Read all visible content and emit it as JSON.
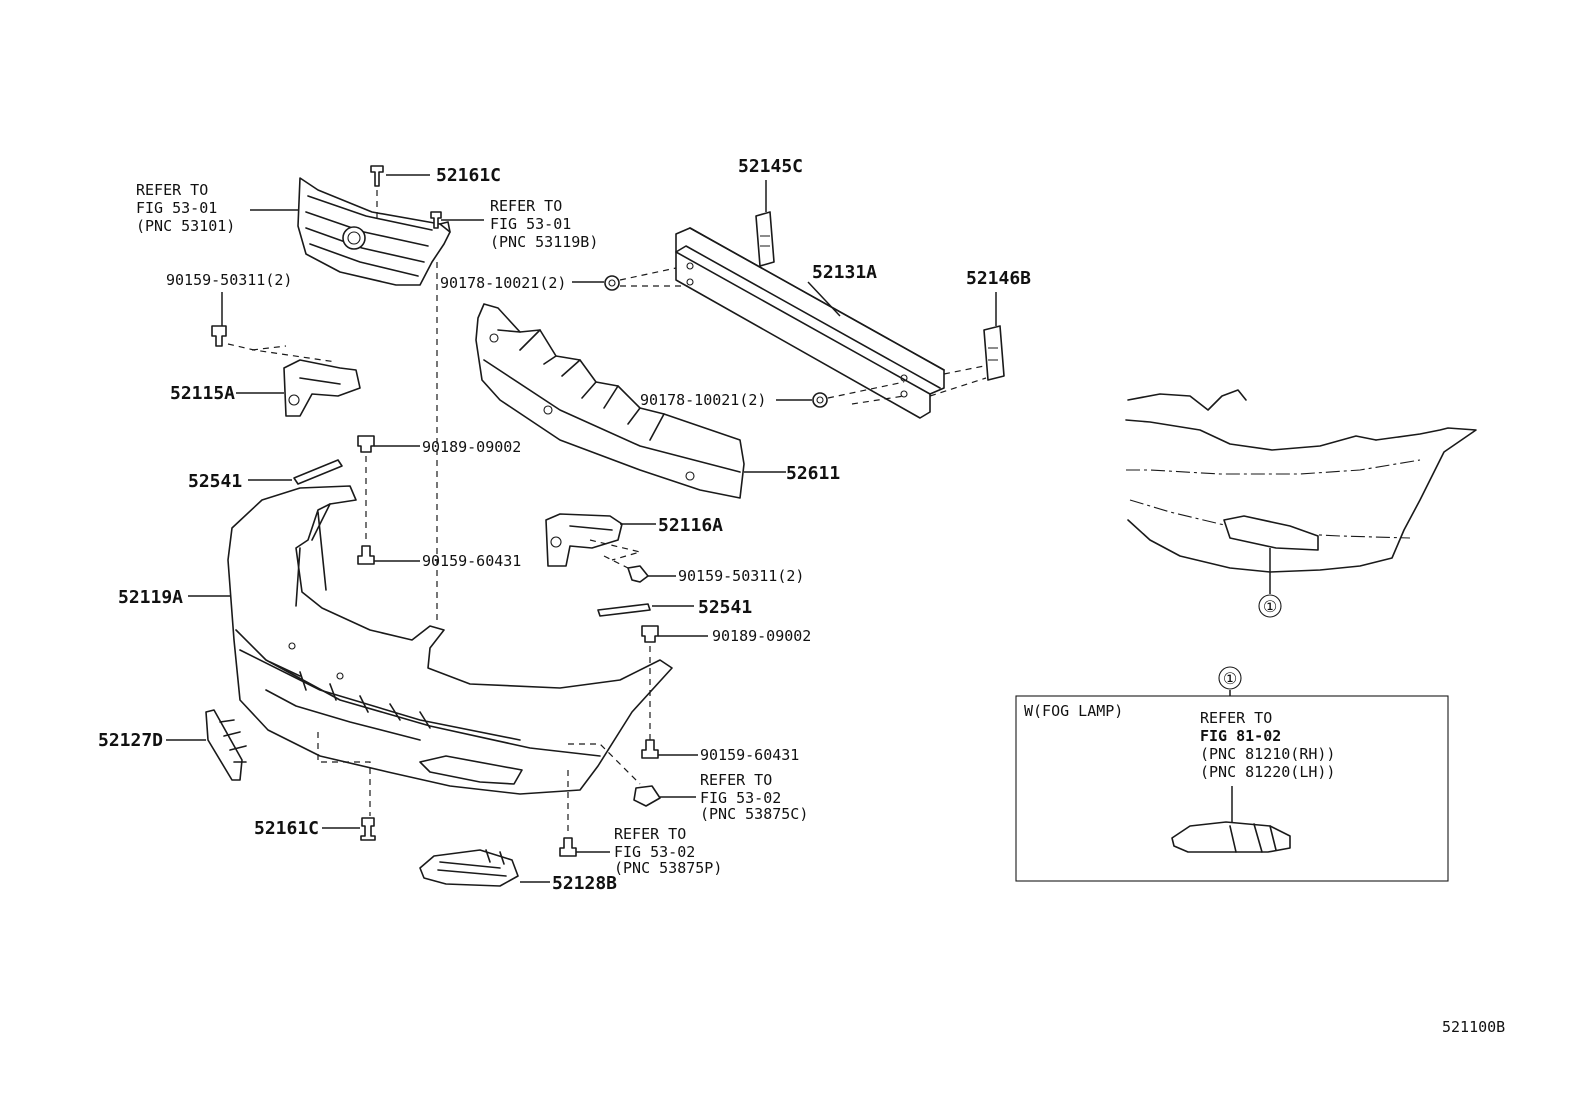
{
  "labels": {
    "grille_clip_top": "52161C",
    "grille_ref": [
      "REFER TO",
      "FIG 53-01",
      "(PNC 53101)"
    ],
    "emblem_ref": [
      "REFER TO",
      "FIG 53-01",
      "(PNC 53119B)"
    ],
    "bolt_left_upper": "90159-50311(2)",
    "nut_upper": "90178-10021(2)",
    "retainer_left": "52145C",
    "reinforcement": "52131A",
    "retainer_right": "52146B",
    "nut_lower": "90178-10021(2)",
    "bracket_left": "52115A",
    "clip_a": "90189-09002",
    "seal_upper": "52541",
    "absorber": "52611",
    "bracket_right": "52116A",
    "bolt_a": "90159-60431",
    "bolt_right_lower": "90159-50311(2)",
    "bumper_cover": "52119A",
    "seal_lower": "52541",
    "clip_b": "90189-09002",
    "bezel_left": "52127D",
    "bolt_b": "90159-60431",
    "ref_53875c": [
      "REFER TO",
      "FIG 53-02",
      "(PNC 53875C)"
    ],
    "clip_bottom": "52161C",
    "ref_53875p": [
      "REFER TO",
      "FIG 53-02",
      "(PNC 53875P)"
    ],
    "bezel_bottom": "52128B"
  },
  "callout": {
    "marker": "①",
    "box_marker": "①",
    "box_title": "W(FOG LAMP)",
    "box_ref": [
      "REFER TO",
      "FIG 81-02",
      "(PNC 81210(RH))",
      "(PNC 81220(LH))"
    ]
  },
  "diagram_code": "521100B"
}
